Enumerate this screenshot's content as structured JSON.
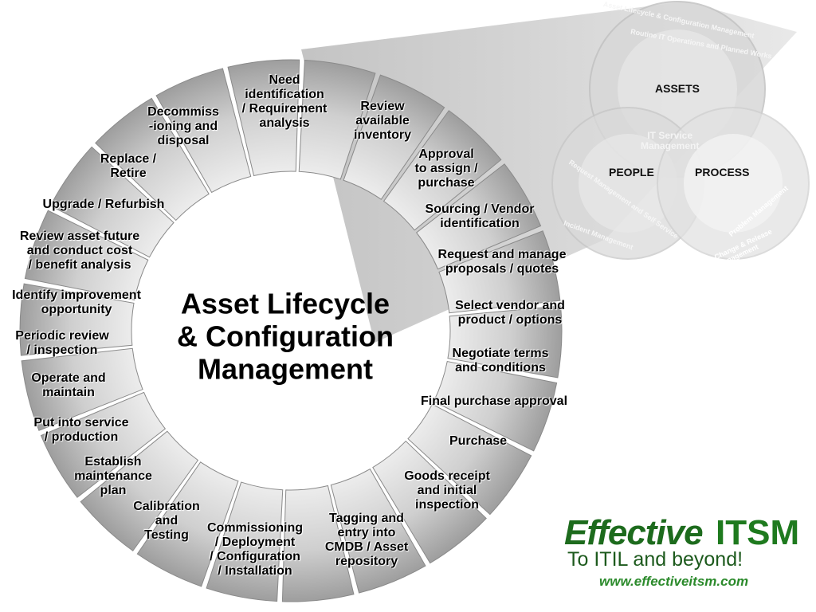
{
  "title": "Asset Lifecycle\n& Configuration\nManagement",
  "stages": [
    "Need\nidentification\n/ Requirement\nanalysis",
    "Review\navailable\ninventory",
    "Approval\nto assign /\npurchase",
    "Sourcing / Vendor\nidentification",
    "Request and manage\nproposals / quotes",
    "Select vendor and\nproduct / options",
    "Negotiate terms\nand conditions",
    "Final purchase approval",
    "Purchase",
    "Goods receipt\nand initial\ninspection",
    "Tagging and\nentry into\nCMDB / Asset\nrepository",
    "Commissioning\n/ Deployment\n/ Configuration\n/ Installation",
    "Calibration\nand\nTesting",
    "Establish\nmaintenance\nplan",
    "Put into service\n/ production",
    "Operate and\nmaintain",
    "Periodic review\n/ inspection",
    "Identify improvement\nopportunity",
    "Review asset future\nand conduct cost\n/ benefit analysis",
    "Upgrade / Refurbish",
    "Replace /\nRetire",
    "Decommiss\n-ioning and\ndisposal"
  ],
  "venn": {
    "assets": "ASSETS",
    "people": "PEOPLE",
    "process": "PROCESS",
    "center": "IT Service\nManagement",
    "ring_assets_outer": "Asset Lifecycle & Configuration Management",
    "ring_assets_inner": "Routine IT Operations and Planned Works",
    "ring_people_outer": "Incident Management",
    "ring_people_inner": "Request Management and Self Service",
    "ring_process_outer": "Change & Release Management",
    "ring_process_inner": "Problem Management"
  },
  "logo": {
    "effective": "Effective",
    "itsm": "ITSM",
    "tagline": "To ITIL and beyond!",
    "url": "www.effectiveitsm.com"
  },
  "colors": {
    "segment": "#c8c8c8",
    "logo_green": "#1d6b1d"
  }
}
